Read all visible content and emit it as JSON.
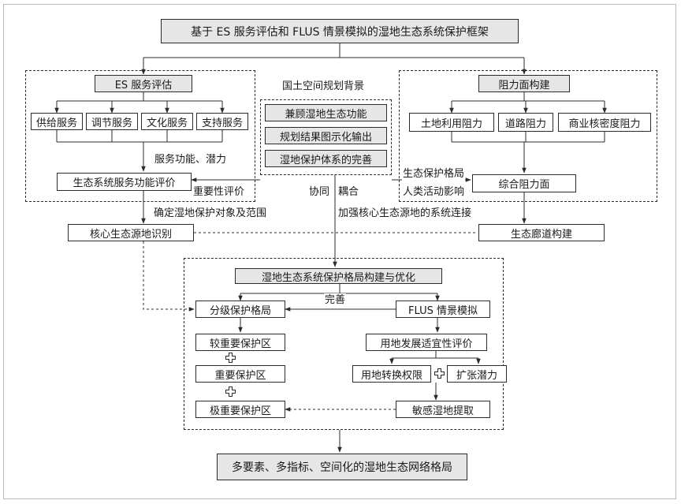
{
  "title": "基于 ES 服务评估和 FLUS 情景模拟的湿地生态系统保护框架",
  "es": {
    "header": "ES 服务评估",
    "services": [
      "供给服务",
      "调节服务",
      "文化服务",
      "支持服务"
    ],
    "label_function": "服务功能、潜力",
    "evaluation": "生态系统服务功能评价",
    "label_importance": "重要性评价"
  },
  "background": {
    "title": "国土空间规划背景",
    "items": [
      "兼顾湿地生态功能",
      "规划结果图示化输出",
      "湿地保护体系的完善"
    ]
  },
  "resistance": {
    "header": "阻力面构建",
    "factors": [
      "土地利用阻力",
      "道路阻力",
      "商业核密度阻力"
    ],
    "label_pattern": "生态保护格局",
    "label_human": "人类活动影响",
    "composite": "综合阻力面"
  },
  "links": {
    "collab": "协同",
    "coupling": "耦合",
    "determine": "确定湿地保护对象及范围",
    "strengthen": "加强核心生态源地的系统连接",
    "improve": "完善"
  },
  "core_source": "核心生态源地识别",
  "corridor": "生态廊道构建",
  "optimize": {
    "title": "湿地生态系统保护格局构建与优化",
    "grading": "分级保护格局",
    "zones": [
      "较重要保护区",
      "重要保护区",
      "极重要保护区"
    ],
    "flus": "FLUS 情景模拟",
    "suitability": "用地发展适宜性评价",
    "conversion": "用地转换权限",
    "expansion": "扩张潜力",
    "extract": "敏感湿地提取"
  },
  "result": "多要素、多指标、空间化的湿地生态网络格局"
}
